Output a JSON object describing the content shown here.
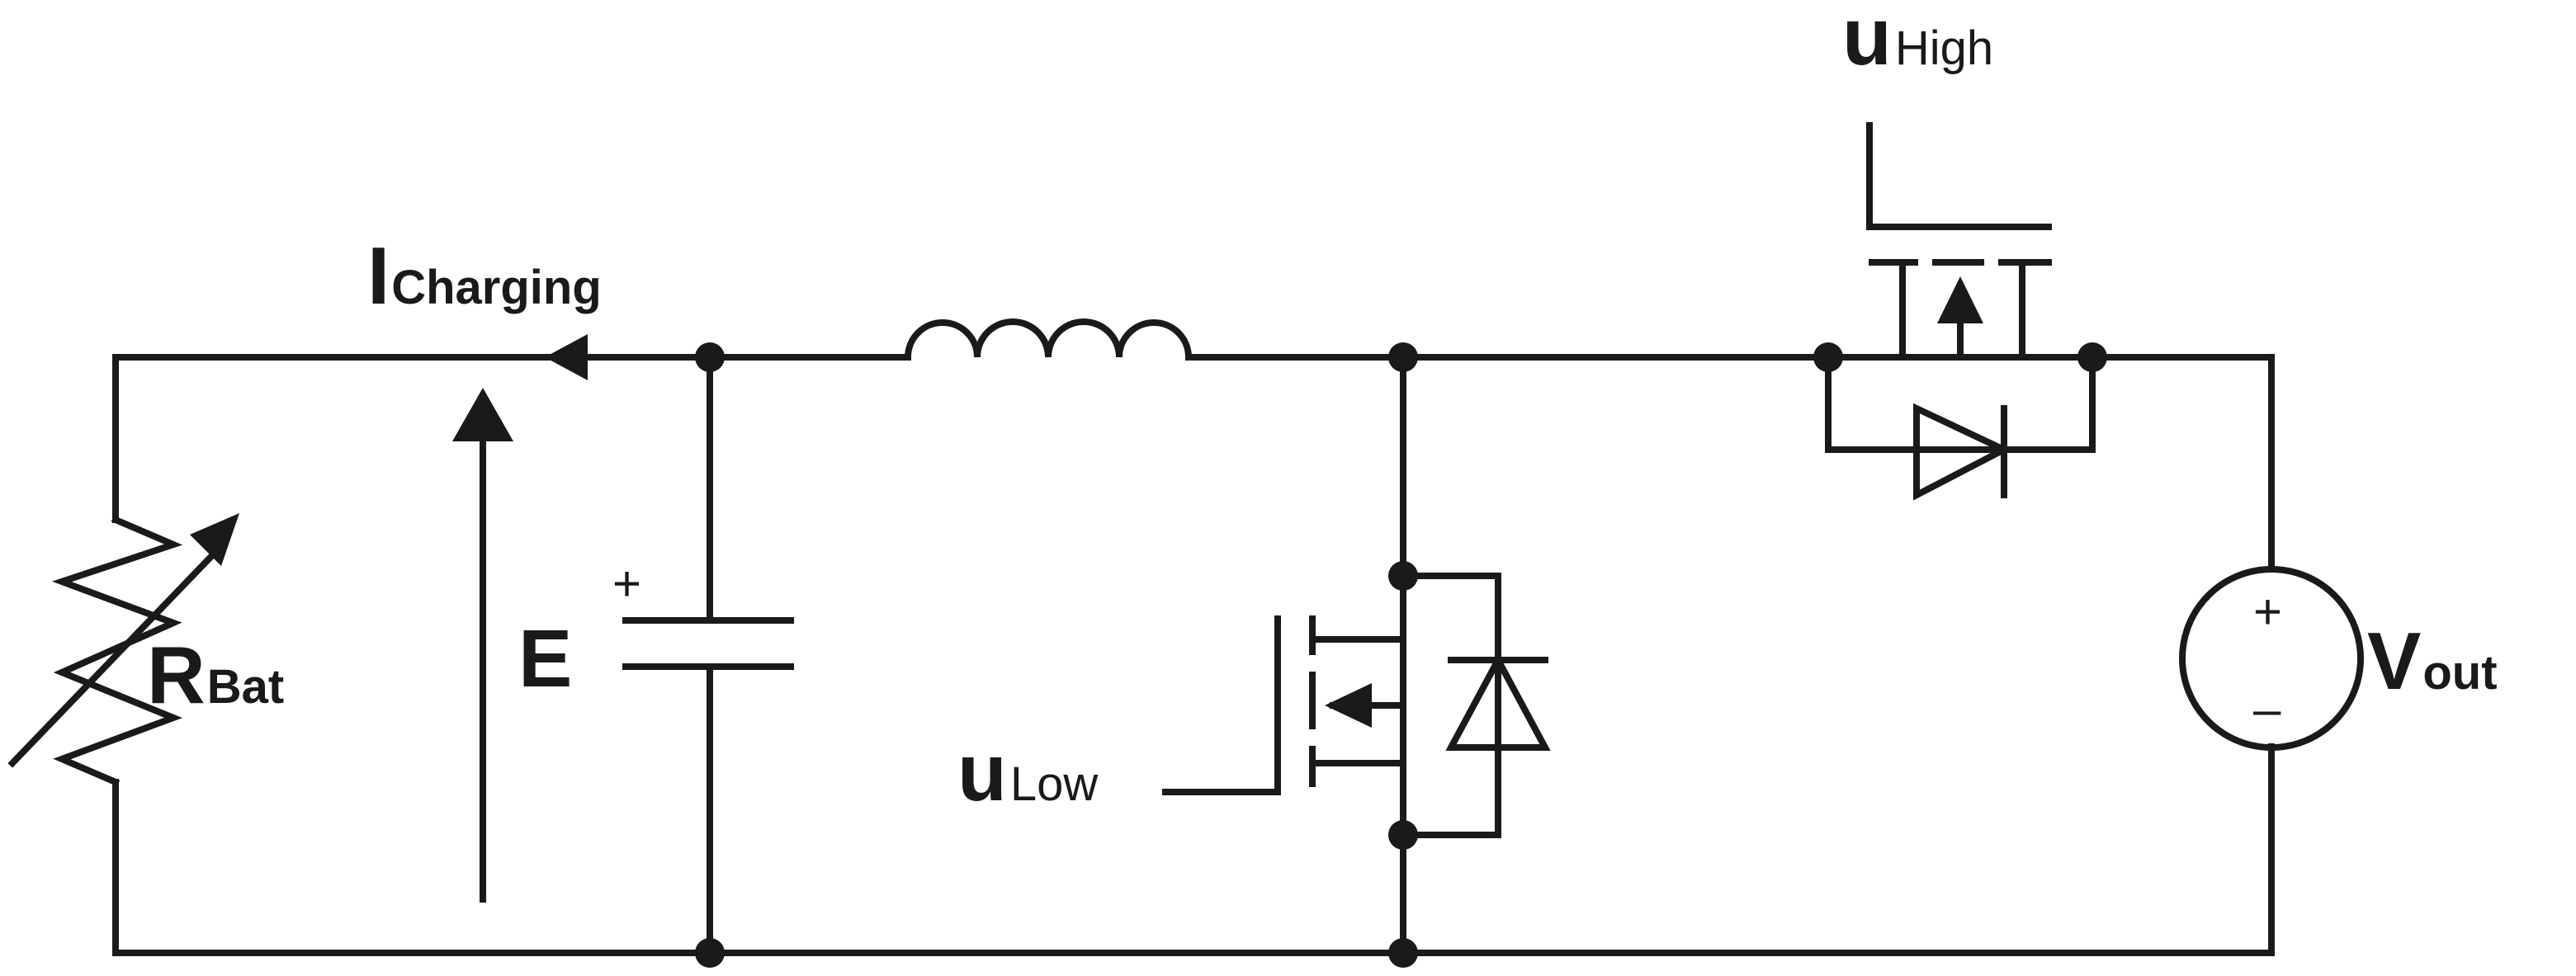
{
  "labels": {
    "current_main": "I",
    "current_sub": "Charging",
    "resistor_main": "R",
    "resistor_sub": "Bat",
    "voltage_source_main": "V",
    "voltage_source_sub": "out",
    "emf": "E",
    "capacitor_plus": "+",
    "gate_high_main": "u",
    "gate_high_sub": "High",
    "gate_low_main": "u",
    "gate_low_sub": "Low",
    "source_plus": "+",
    "source_minus": "–"
  }
}
